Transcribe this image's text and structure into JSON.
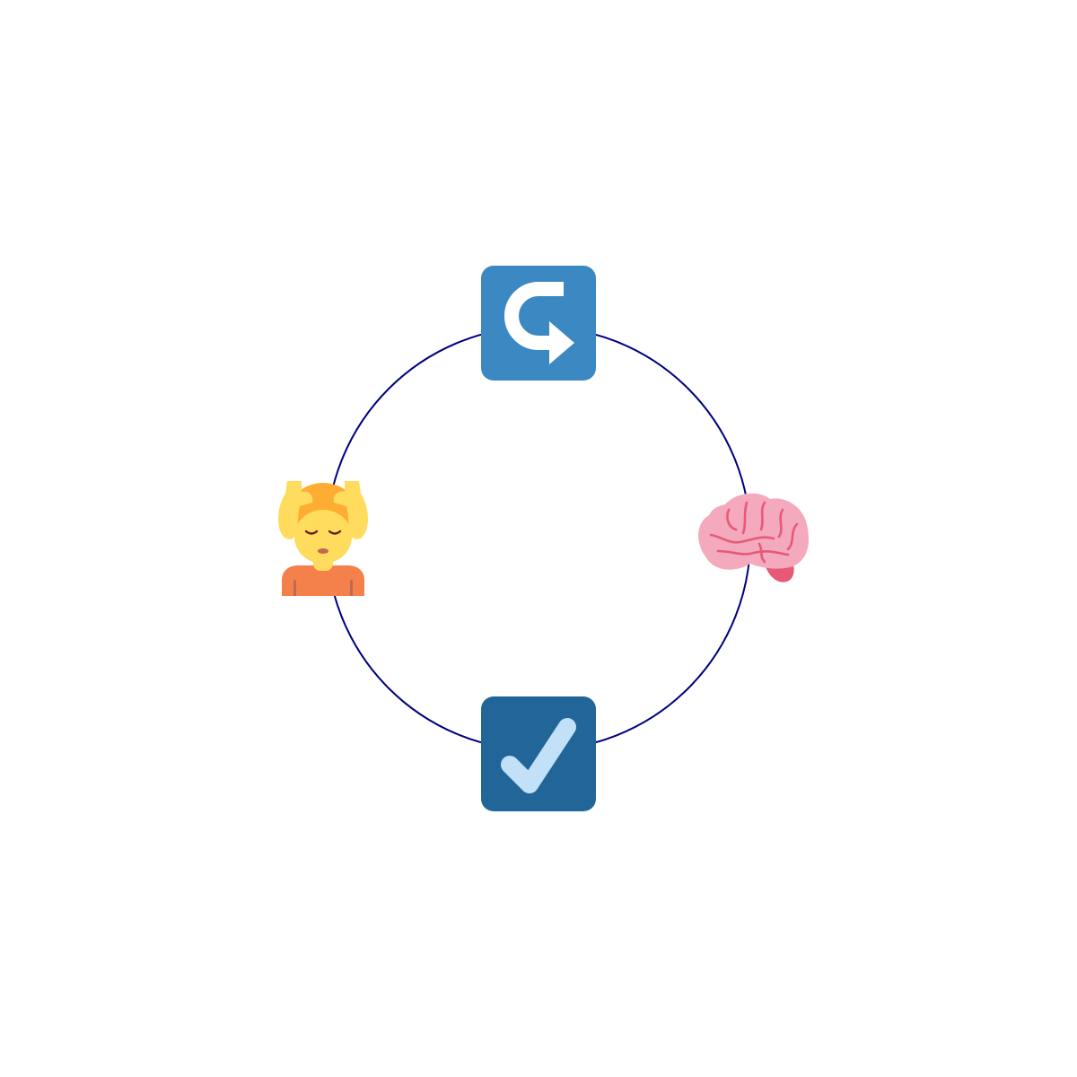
{
  "diagram": {
    "ring_color": "#000080",
    "nodes": [
      {
        "id": "top",
        "icon": "right-arrow-curving-icon",
        "background": "#3B88C3",
        "glyph": "#FFFFFF"
      },
      {
        "id": "right",
        "icon": "brain-icon",
        "primary": "#F4A9BD",
        "secondary": "#E75A77"
      },
      {
        "id": "bottom",
        "icon": "check-box-icon",
        "background": "#226699",
        "glyph": "#C2E0F7"
      },
      {
        "id": "left",
        "icon": "person-getting-massage-icon",
        "skin": "#FFDC5D",
        "hair": "#FFAC33",
        "shirt": "#F4814B"
      }
    ]
  }
}
